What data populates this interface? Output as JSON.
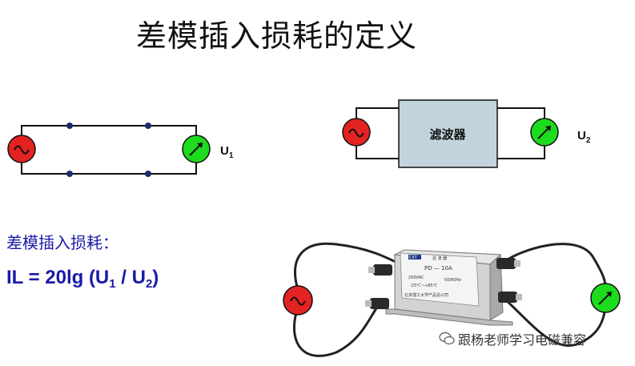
{
  "title": "差模插入损耗的定义",
  "circuit_left": {
    "meter_label": "U",
    "meter_sub": "1"
  },
  "circuit_right": {
    "filter_label": "滤波器",
    "meter_label": "U",
    "meter_sub": "2"
  },
  "definition_label": "差模插入损耗：",
  "formula": {
    "lhs": "IL = 20lg (U",
    "sub1": "1",
    "mid": " / U",
    "sub2": "2",
    "end": ")"
  },
  "photo": {
    "brand": "CIIT",
    "filter_text": "滤 波 器",
    "model": "PD — 10A",
    "spec1": "250VAC",
    "spec2": "50/60Hz",
    "spec3": "-25℃~+85℃",
    "maker": "北京理工大学产品总公司"
  },
  "watermark": "跟杨老师学习电磁兼容",
  "colors": {
    "source": "#e32222",
    "meter": "#1ddb1d",
    "filter_box": "#c3d3dd",
    "text_blue": "#1a1aa8"
  }
}
